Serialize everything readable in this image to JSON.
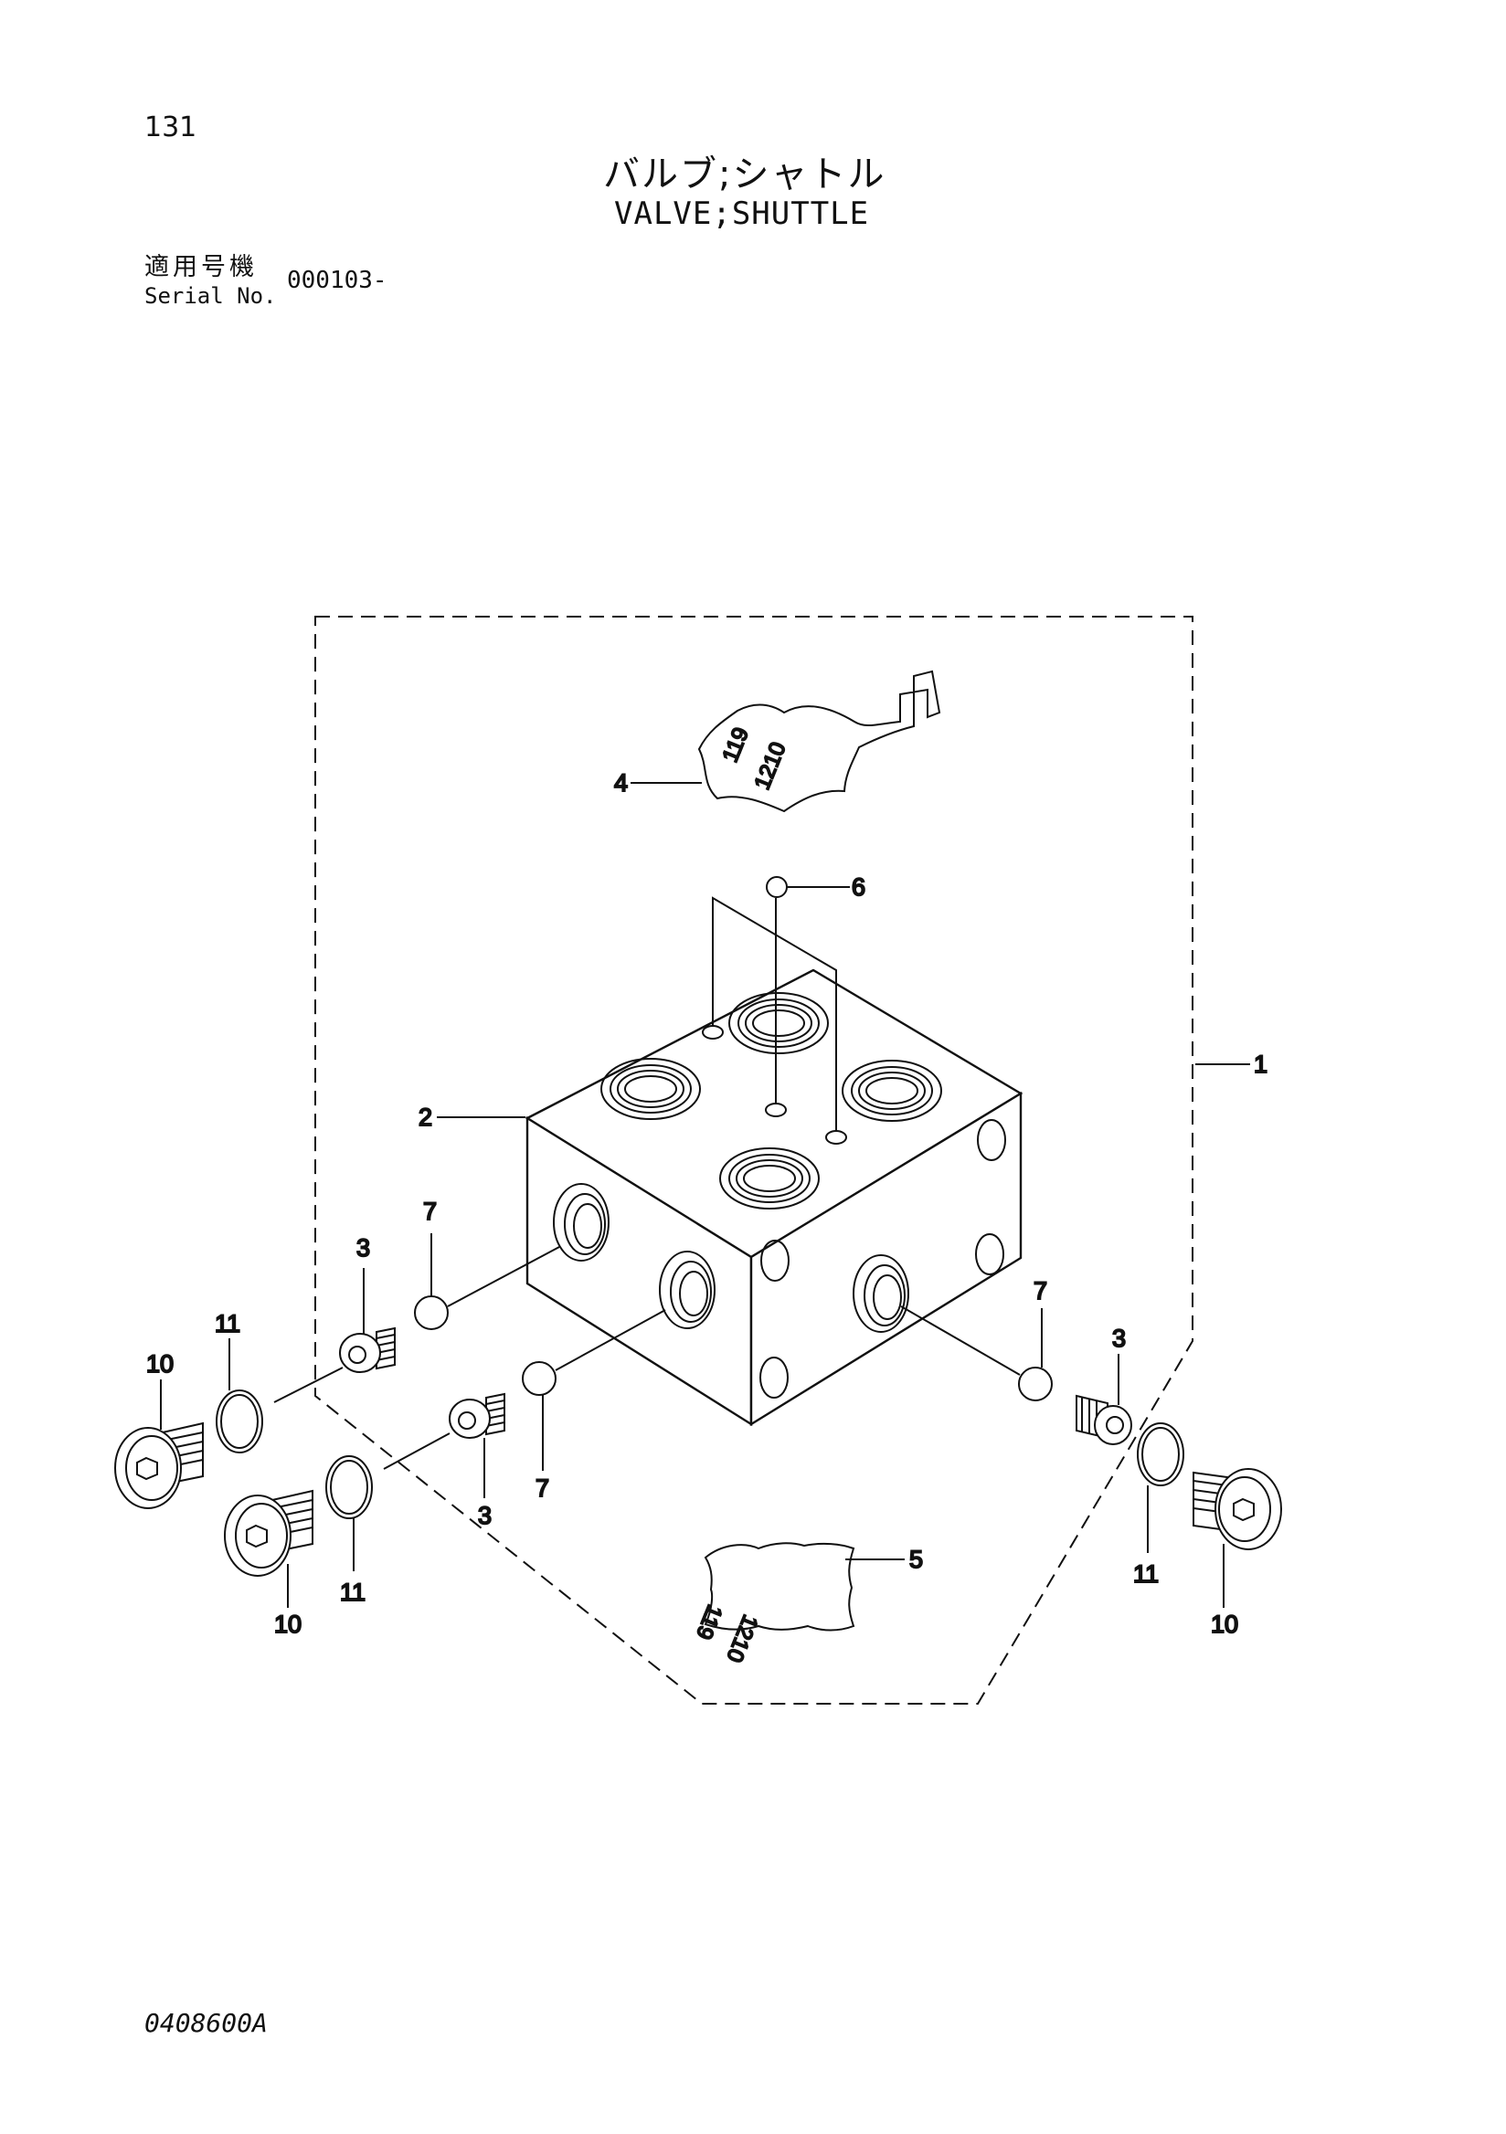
{
  "header": {
    "page_number": "131",
    "title_jp": "バルブ;シャトル",
    "title_en": "VALVE;SHUTTLE",
    "serial_label_jp": "適用号機",
    "serial_label_en": "Serial No.",
    "serial_value": "000103-"
  },
  "footer": {
    "drawing_number": "0408600A"
  },
  "plate_top": {
    "line1": "119",
    "line2": "1210"
  },
  "plate_bottom": {
    "line1": "119",
    "line2": "1210"
  },
  "callouts": {
    "c1": "1",
    "c2": "2",
    "c3a": "3",
    "c3b": "3",
    "c3c": "3",
    "c4": "4",
    "c5": "5",
    "c6": "6",
    "c7a": "7",
    "c7b": "7",
    "c7c": "7",
    "c10a": "10",
    "c10b": "10",
    "c10c": "10",
    "c11a": "11",
    "c11b": "11",
    "c11c": "11"
  }
}
